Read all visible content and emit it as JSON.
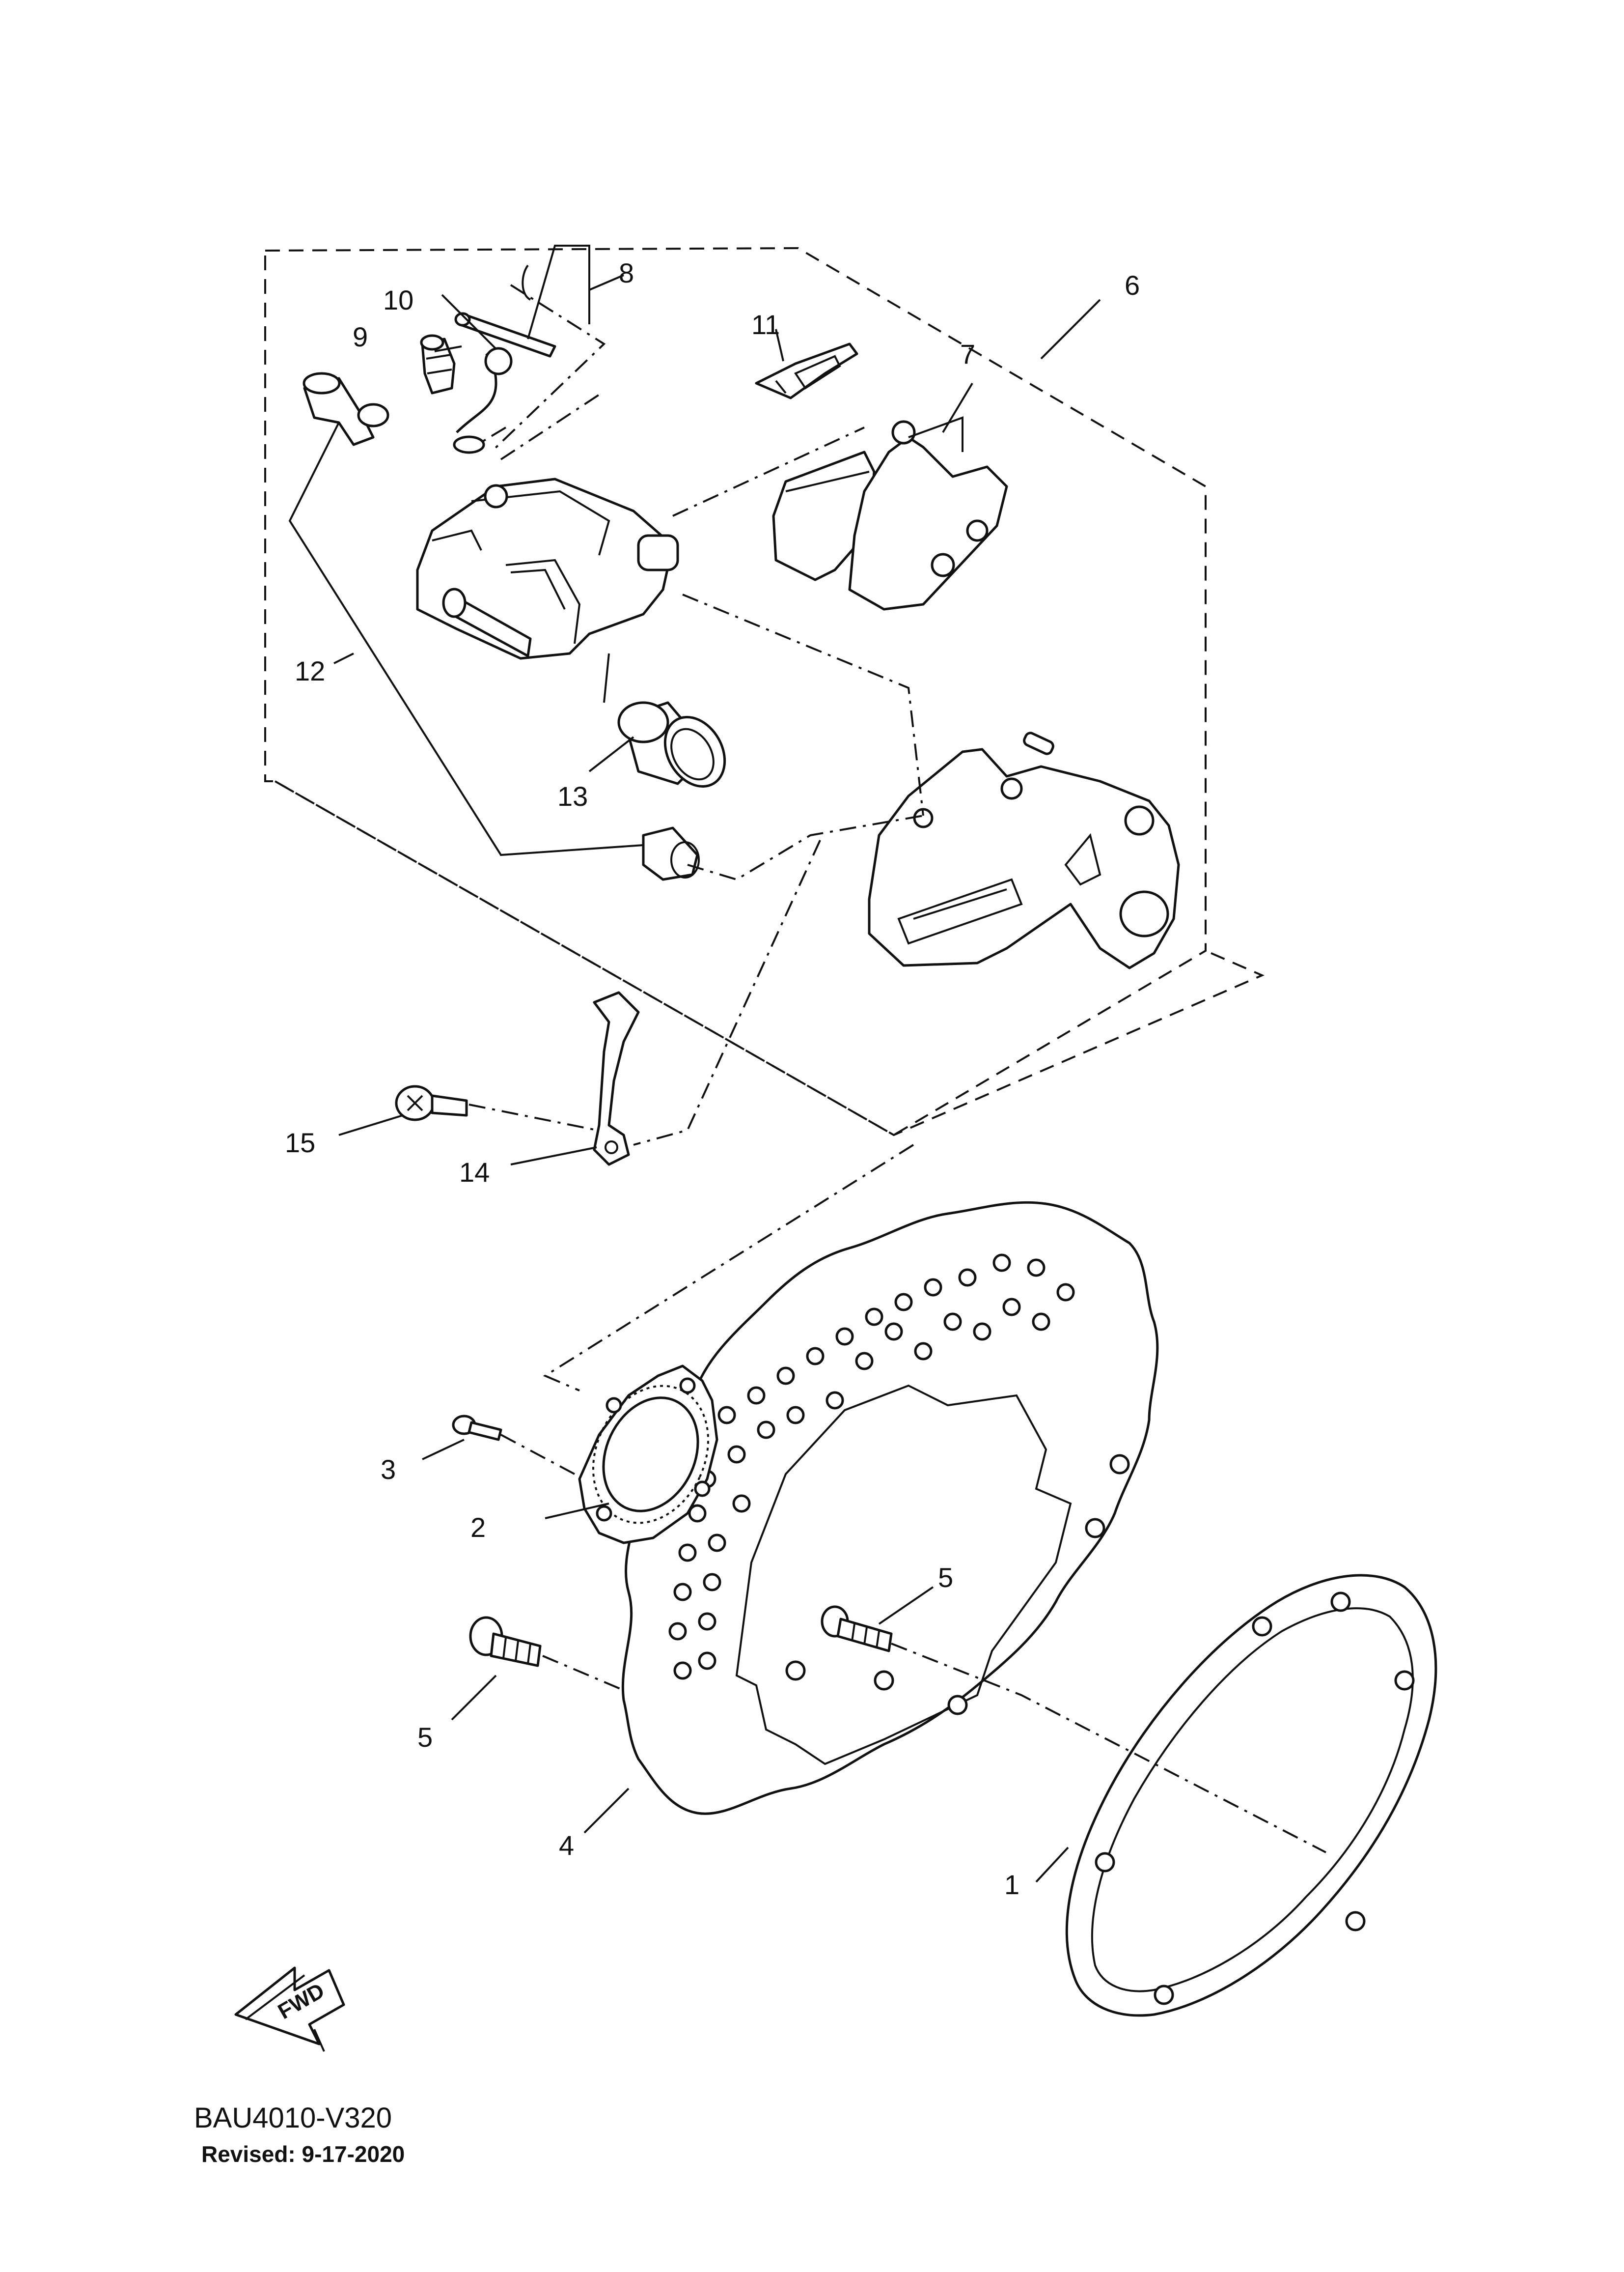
{
  "diagram": {
    "callouts": {
      "c1": "1",
      "c2": "2",
      "c3": "3",
      "c4": "4",
      "c5a": "5",
      "c5b": "5",
      "c6": "6",
      "c7": "7",
      "c8": "8",
      "c9": "9",
      "c10": "10",
      "c11": "11",
      "c12": "12",
      "c13": "13",
      "c14": "14",
      "c15": "15"
    },
    "fwd_label": "FWD",
    "code": "BAU4010-V320",
    "revised": "Revised: 9-17-2020"
  }
}
